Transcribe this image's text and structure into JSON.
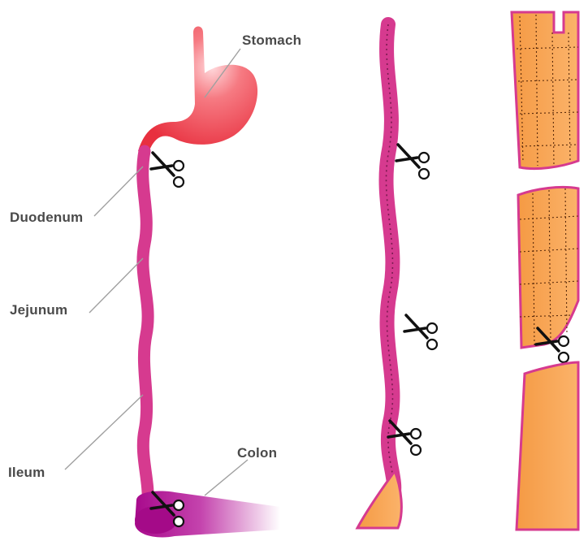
{
  "diagram": {
    "labels": {
      "stomach": "Stomach",
      "duodenum": "Duodenum",
      "jejunum": "Jejunum",
      "ileum": "Ileum",
      "colon": "Colon"
    },
    "colors": {
      "intestine": "#d63a8f",
      "stomach": "#ee3f4f",
      "colon": "#b0108f",
      "flap": "#f7a04c",
      "leader": "#a0a0a0",
      "stitch": "#5a2a0a"
    },
    "icons": [
      "scissors-icon"
    ]
  }
}
